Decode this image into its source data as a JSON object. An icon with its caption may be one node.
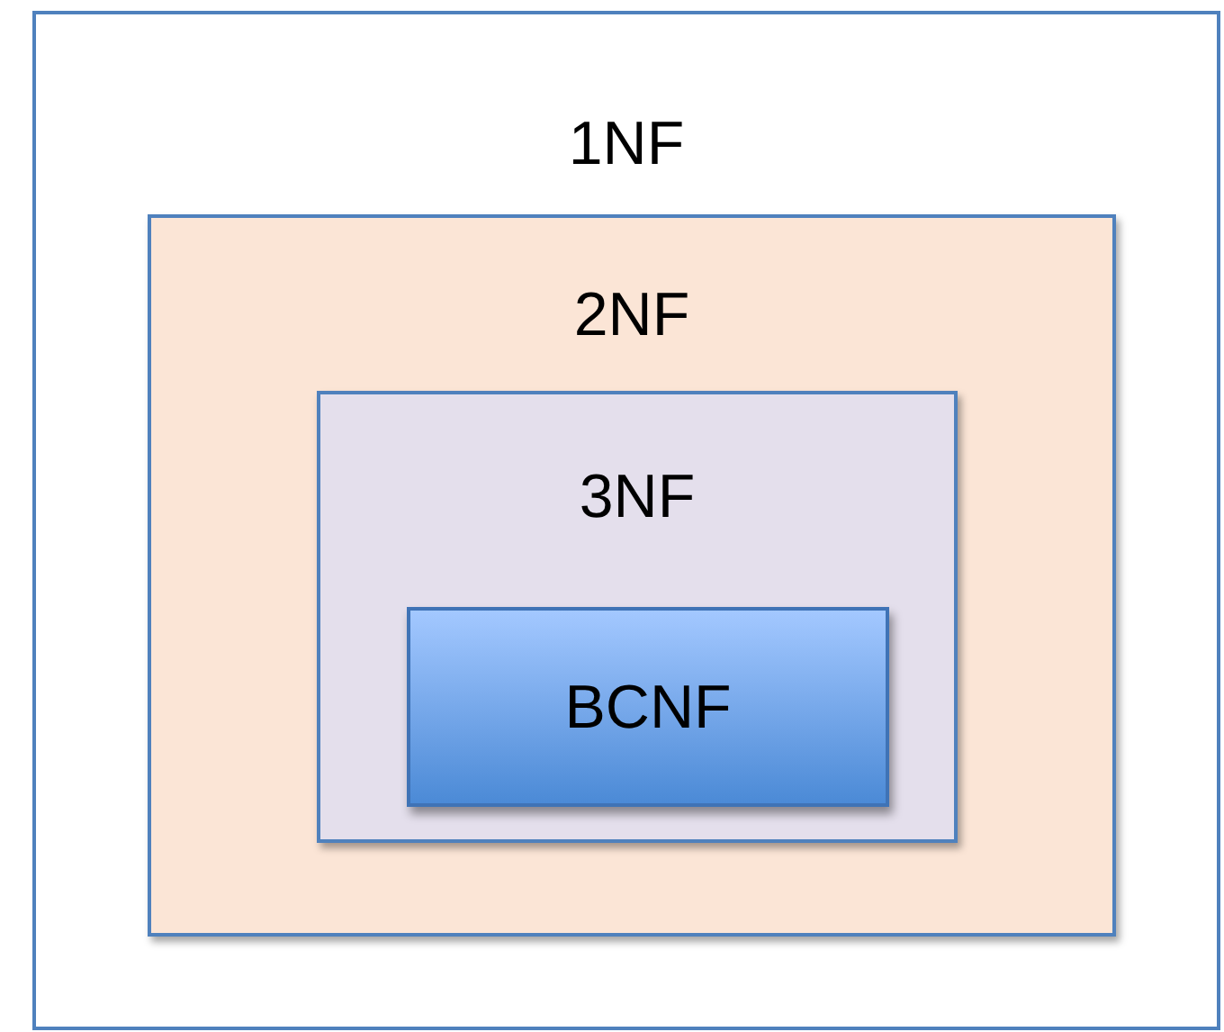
{
  "diagram": {
    "nodes": [
      {
        "text": [
          "1NF"
        ]
      },
      {
        "text": [
          "2NF"
        ],
        "in": 0
      },
      {
        "text": [
          "3NF"
        ],
        "in": 1
      },
      {
        "text": [
          "BCNF"
        ],
        "in": 2
      }
    ]
  }
}
